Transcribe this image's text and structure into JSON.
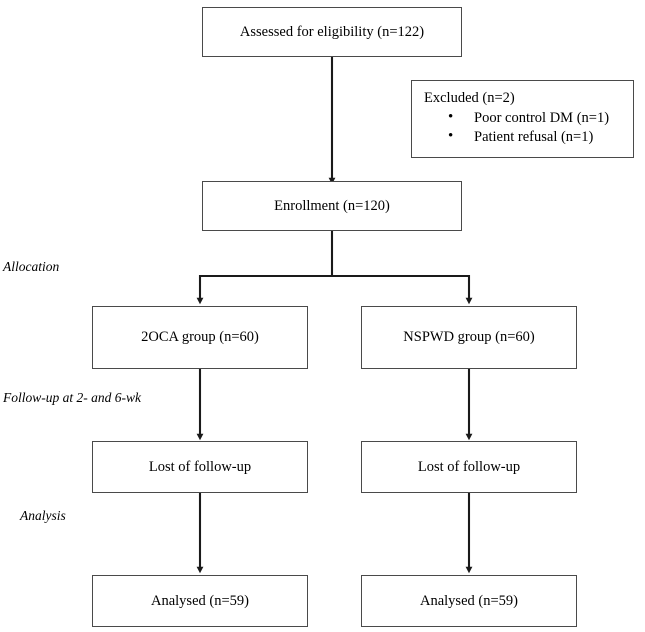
{
  "diagram": {
    "type": "consort-flow-diagram",
    "nodes": {
      "assessed": {
        "label": "Assessed for eligibility (n=122)"
      },
      "enrollment": {
        "label": "Enrollment (n=120)"
      },
      "excluded": {
        "title": "Excluded (n=2)",
        "bullet": "•",
        "items": [
          "Poor control DM (n=1)",
          "Patient refusal (n=1)"
        ]
      },
      "group_left": {
        "label": "2OCA group (n=60)"
      },
      "group_right": {
        "label": "NSPWD group (n=60)"
      },
      "lost_left": {
        "label": "Lost of follow-up"
      },
      "lost_right": {
        "label": "Lost of follow-up"
      },
      "analysed_left": {
        "label": "Analysed (n=59)"
      },
      "analysed_right": {
        "label": "Analysed (n=59)"
      }
    },
    "phases": {
      "allocation": "Allocation",
      "followup": "Follow-up at 2- and 6-wk",
      "analysis": "Analysis"
    },
    "colors": {
      "border": "#4a4a4a",
      "connector": "#1a1a1a",
      "text": "#000000",
      "background": "#ffffff"
    }
  }
}
